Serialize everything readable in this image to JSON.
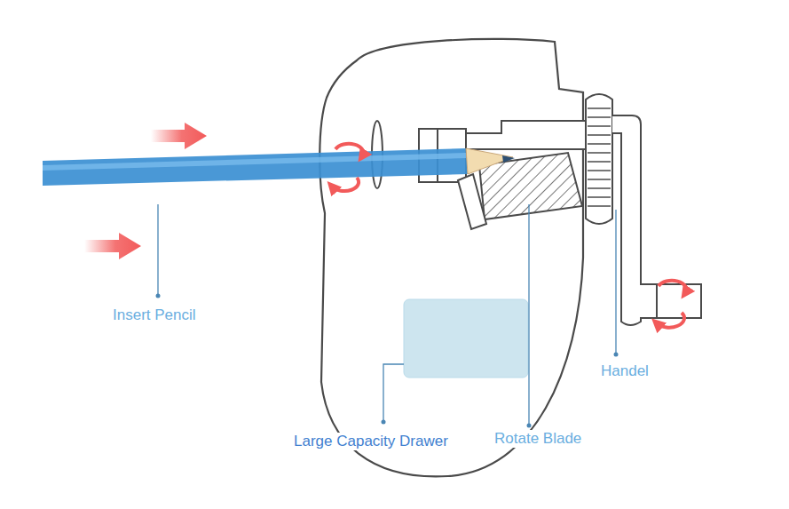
{
  "diagram": {
    "labels": [
      "Insert Pencil",
      "Handel",
      "Large Capacity Drawer",
      "Rotate Blade"
    ]
  }
}
